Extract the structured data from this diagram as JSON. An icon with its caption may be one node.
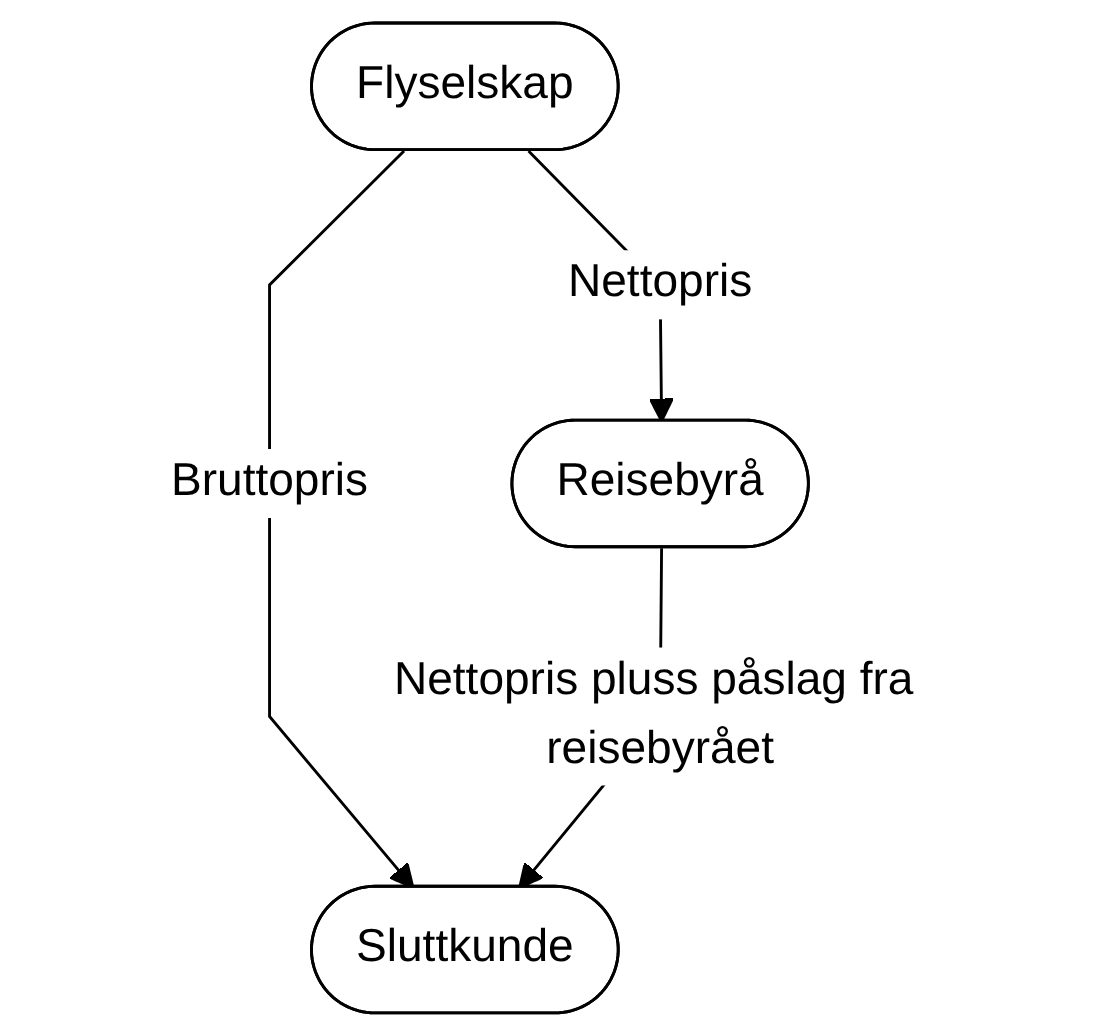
{
  "diagram": {
    "nodes": [
      {
        "text": [
          "Flyselskap"
        ]
      },
      {
        "text": [
          "Reisebyrå"
        ]
      },
      {
        "text": [
          "Sluttkunde"
        ]
      }
    ],
    "edges": [
      {
        "from": 0,
        "to": 2,
        "arrow": "to",
        "label": "Bruttopris"
      },
      {
        "from": 0,
        "to": 1,
        "arrow": "to",
        "label": "Nettopris"
      },
      {
        "from": 1,
        "to": 2,
        "arrow": "to",
        "label": "Nettopris pluss påslag fra reisebyrået"
      }
    ]
  }
}
